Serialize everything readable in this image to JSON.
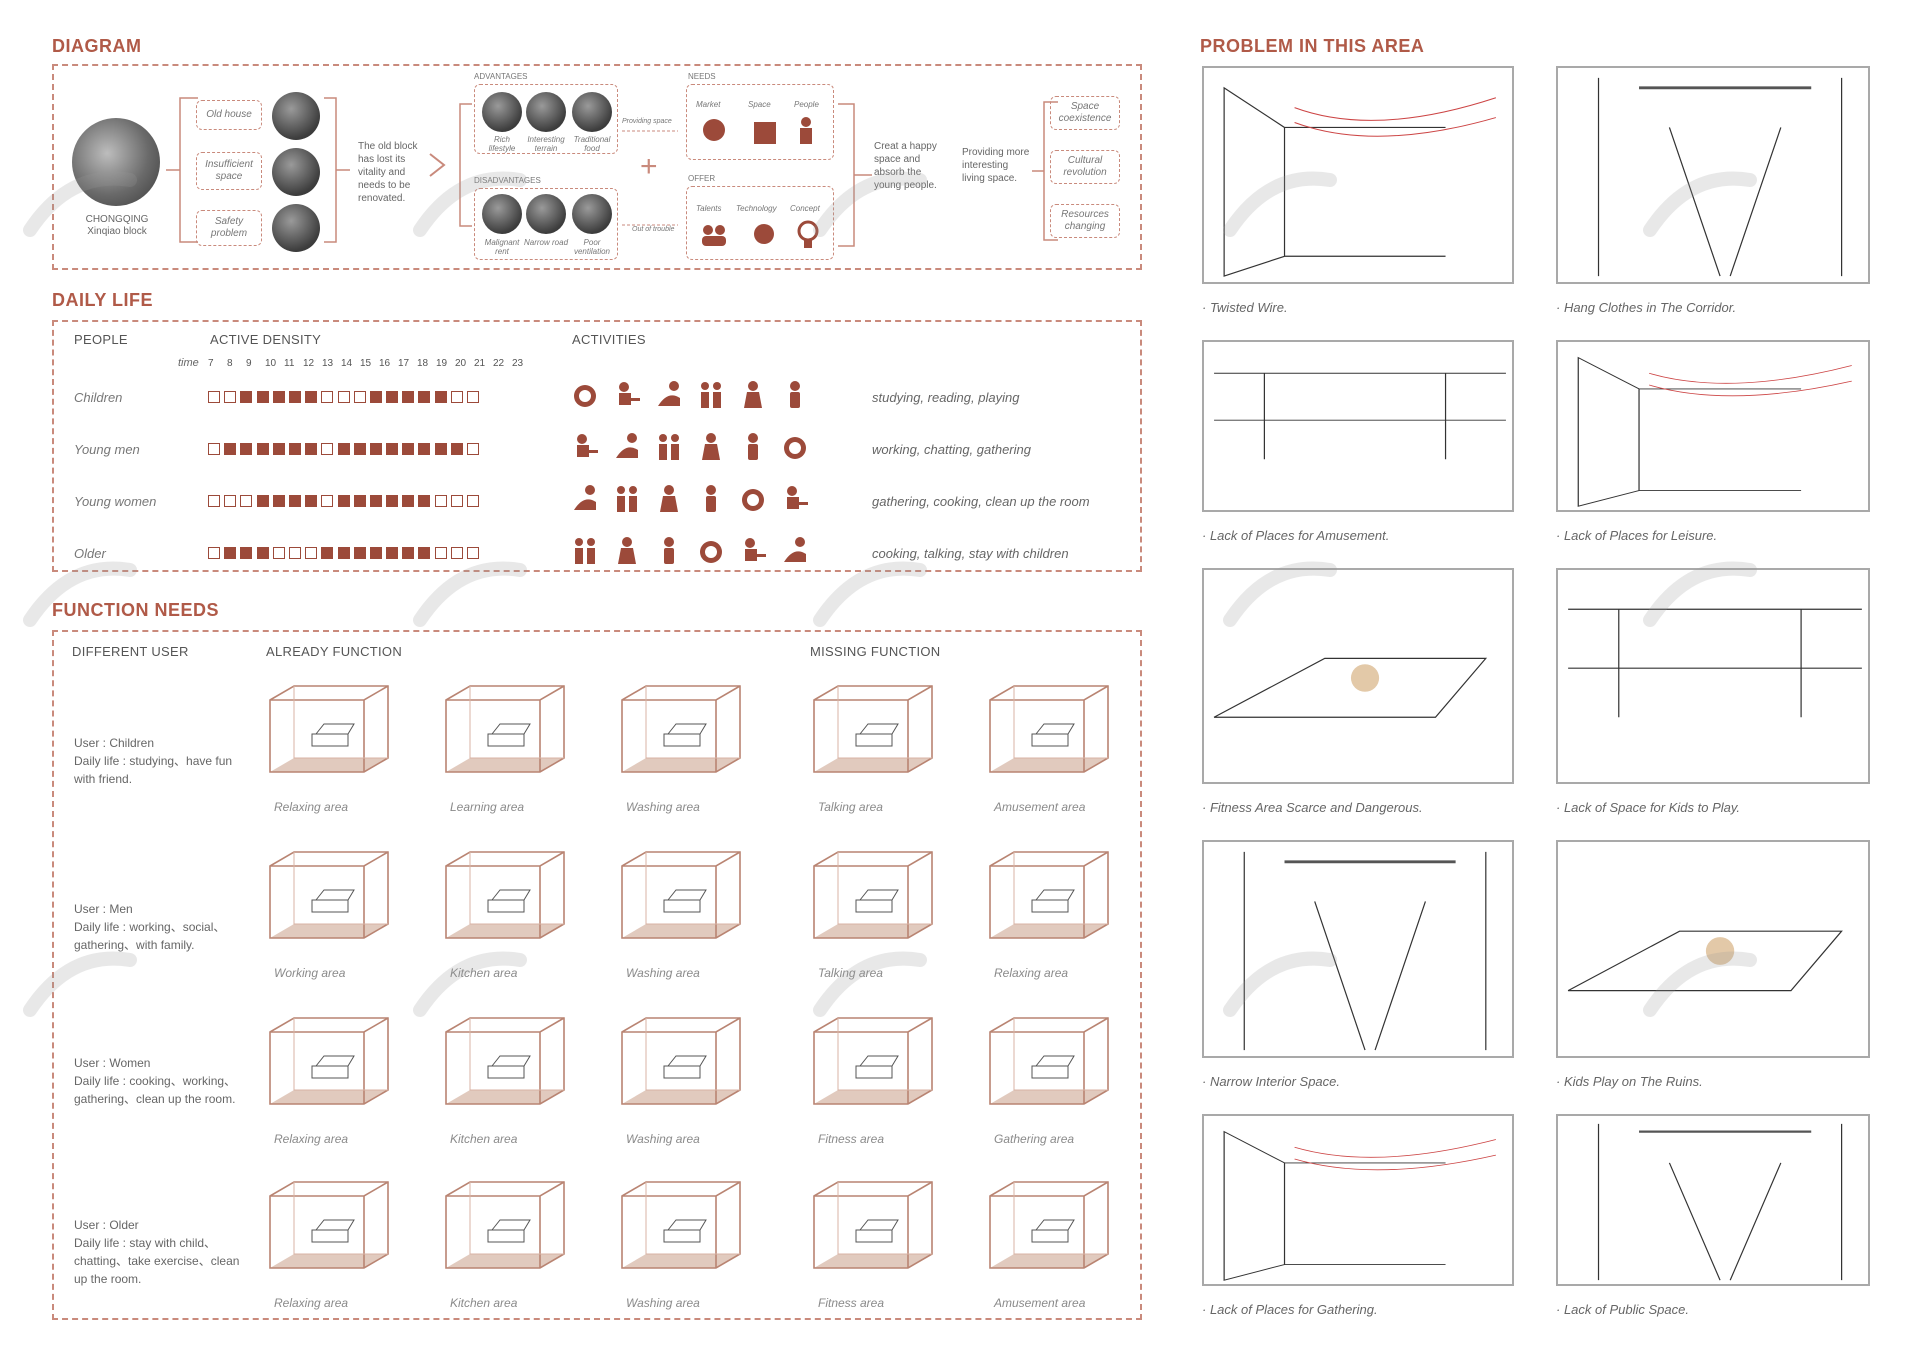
{
  "diagram": {
    "title": "DIAGRAM",
    "location": "CHONGQING\nXinqiao block",
    "issues": [
      "Old house",
      "Insufficient space",
      "Safety problem"
    ],
    "summary": "The old block has lost its vitality and needs to be renovated.",
    "advantages_label": "ADVANTAGES",
    "advantages": [
      "Rich lifestyle",
      "Interesting terrain",
      "Traditional food"
    ],
    "disadvantages_label": "DISADVANTAGES",
    "disadvantages": [
      "Malignant rent",
      "Narrow road",
      "Poor ventilation"
    ],
    "providing_space": "Providing space",
    "out_of_trouble": "Out of trouble",
    "needs_label": "NEEDS",
    "needs": [
      "Market",
      "Space",
      "People"
    ],
    "offer_label": "OFFER",
    "offer": [
      "Talents",
      "Technology",
      "Concept"
    ],
    "plus": "+",
    "create_text": "Creat a happy space and absorb the young people.",
    "providing_text": "Providing more interesting living space.",
    "outcomes": [
      "Space coexistence",
      "Cultural revolution",
      "Resources changing"
    ]
  },
  "daily_life": {
    "title": "DAILY LIFE",
    "people_label": "PEOPLE",
    "density_label": "ACTIVE DENSITY",
    "activities_label": "ACTIVITIES",
    "time_label": "time",
    "hours": [
      "7",
      "8",
      "9",
      "10",
      "11",
      "12",
      "13",
      "14",
      "15",
      "16",
      "17",
      "18",
      "19",
      "20",
      "21",
      "22",
      "23"
    ],
    "rows": [
      {
        "name": "Children",
        "density": [
          0,
          0,
          1,
          1,
          1,
          1,
          1,
          0,
          0,
          0,
          1,
          1,
          1,
          1,
          1,
          0,
          0
        ],
        "activities": "studying, reading, playing"
      },
      {
        "name": "Young men",
        "density": [
          0,
          1,
          1,
          1,
          1,
          1,
          1,
          0,
          1,
          1,
          1,
          1,
          1,
          1,
          1,
          1,
          0
        ],
        "activities": "working, chatting, gathering"
      },
      {
        "name": "Young women",
        "density": [
          0,
          0,
          0,
          1,
          1,
          1,
          1,
          0,
          1,
          1,
          1,
          1,
          1,
          1,
          0,
          0,
          0
        ],
        "activities": "gathering, cooking, clean up the room"
      },
      {
        "name": "Older",
        "density": [
          0,
          1,
          1,
          1,
          0,
          0,
          0,
          1,
          1,
          1,
          1,
          1,
          1,
          1,
          0,
          0,
          0
        ],
        "activities": "cooking, talking, stay with children"
      }
    ]
  },
  "function_needs": {
    "title": "FUNCTION NEEDS",
    "user_col": "DIFFERENT USER",
    "already_col": "ALREADY FUNCTION",
    "missing_col": "MISSING FUNCTION",
    "users": [
      {
        "label": "User : Children",
        "life": "Daily life : studying、have fun with friend.",
        "areas": [
          "Relaxing area",
          "Learning area",
          "Washing area",
          "Talking area",
          "Amusement area"
        ]
      },
      {
        "label": "User : Men",
        "life": "Daily life : working、social、gathering、with family.",
        "areas": [
          "Working area",
          "Kitchen area",
          "Washing area",
          "Talking area",
          "Relaxing area"
        ]
      },
      {
        "label": "User : Women",
        "life": "Daily life : cooking、working、gathering、clean up the room.",
        "areas": [
          "Relaxing area",
          "Kitchen area",
          "Washing area",
          "Fitness area",
          "Gathering area"
        ]
      },
      {
        "label": "User : Older",
        "life": "Daily life : stay with child、chatting、take exercise、clean up the room.",
        "areas": [
          "Relaxing area",
          "Kitchen area",
          "Washing area",
          "Fitness area",
          "Amusement area"
        ]
      }
    ]
  },
  "problems": {
    "title": "PROBLEM IN THIS AREA",
    "captions": [
      "· Twisted Wire.",
      "· Hang Clothes in The Corridor.",
      "· Lack of Places for Amusement.",
      "· Lack of Places for Leisure.",
      "· Fitness Area Scarce and Dangerous.",
      "· Lack of Space for Kids to Play.",
      "· Narrow Interior Space.",
      "· Kids Play on The Ruins.",
      "· Lack of Places for Gathering.",
      "· Lack of Public Space."
    ]
  },
  "colors": {
    "accent": "#b05a48",
    "fill": "#9c4a3a",
    "dash": "#c98a7c"
  }
}
